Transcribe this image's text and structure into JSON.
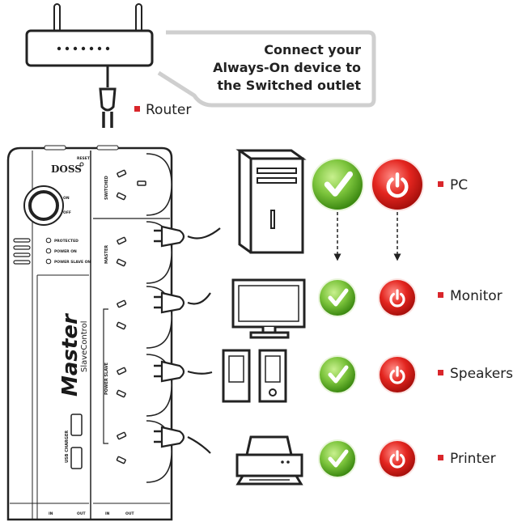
{
  "callout": {
    "lines": [
      "Connect your",
      "Always-On device to",
      "the Switched outlet"
    ]
  },
  "router": {
    "label": "Router"
  },
  "strip": {
    "brand": "DOSS",
    "reset": "RESET",
    "switch_on": "ON",
    "switch_off": "OFF",
    "indicators": [
      "PROTECTED",
      "POWER ON",
      "POWER SLAVE ON"
    ],
    "switched": "SWITCHED",
    "master": "MASTER",
    "power_slave": "POWER SLAVE",
    "usb": "USB CHARGER",
    "logo_master": "Master",
    "logo_slave": "SlaveControl",
    "bottom": [
      "IN",
      "OUT",
      "IN",
      "OUT"
    ]
  },
  "devices": [
    {
      "label": "PC"
    },
    {
      "label": "Monitor"
    },
    {
      "label": "Speakers"
    },
    {
      "label": "Printer"
    }
  ],
  "colors": {
    "bullet": "#d9262b",
    "green_light": "#8fd14f",
    "green_dark": "#3d8a12",
    "red_light": "#f04a43",
    "red_dark": "#a8100c",
    "callout_border": "#cfcfcf"
  },
  "icons": [
    "router-icon",
    "plug-icon",
    "check-icon",
    "power-icon",
    "pc-tower-icon",
    "monitor-icon",
    "speakers-icon",
    "printer-icon"
  ]
}
